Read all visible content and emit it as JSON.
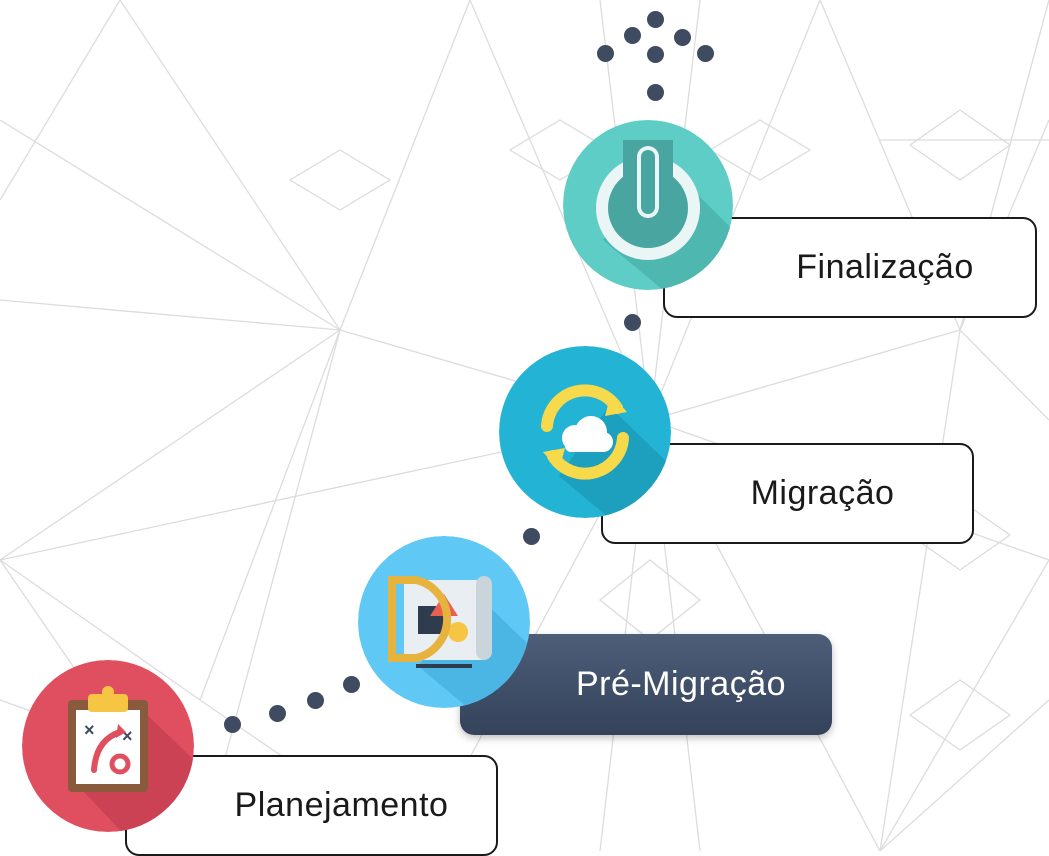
{
  "steps": [
    {
      "label": "Planejamento",
      "icon": "clipboard-strategy-icon",
      "circle_color": "#e04f5f",
      "active": false
    },
    {
      "label": "Pré-Migração",
      "icon": "blueprint-ruler-icon",
      "circle_color": "#5fc8f5",
      "active": true
    },
    {
      "label": "Migração",
      "icon": "cloud-sync-icon",
      "circle_color": "#23b3d4",
      "active": false
    },
    {
      "label": "Finalização",
      "icon": "power-icon",
      "circle_color": "#5ecdc5",
      "active": false
    }
  ],
  "colors": {
    "dot": "#3f4b60",
    "active_label_bg": "#3d4b64",
    "label_border": "#1a1a1a",
    "pattern_line": "#d9d9d9"
  }
}
